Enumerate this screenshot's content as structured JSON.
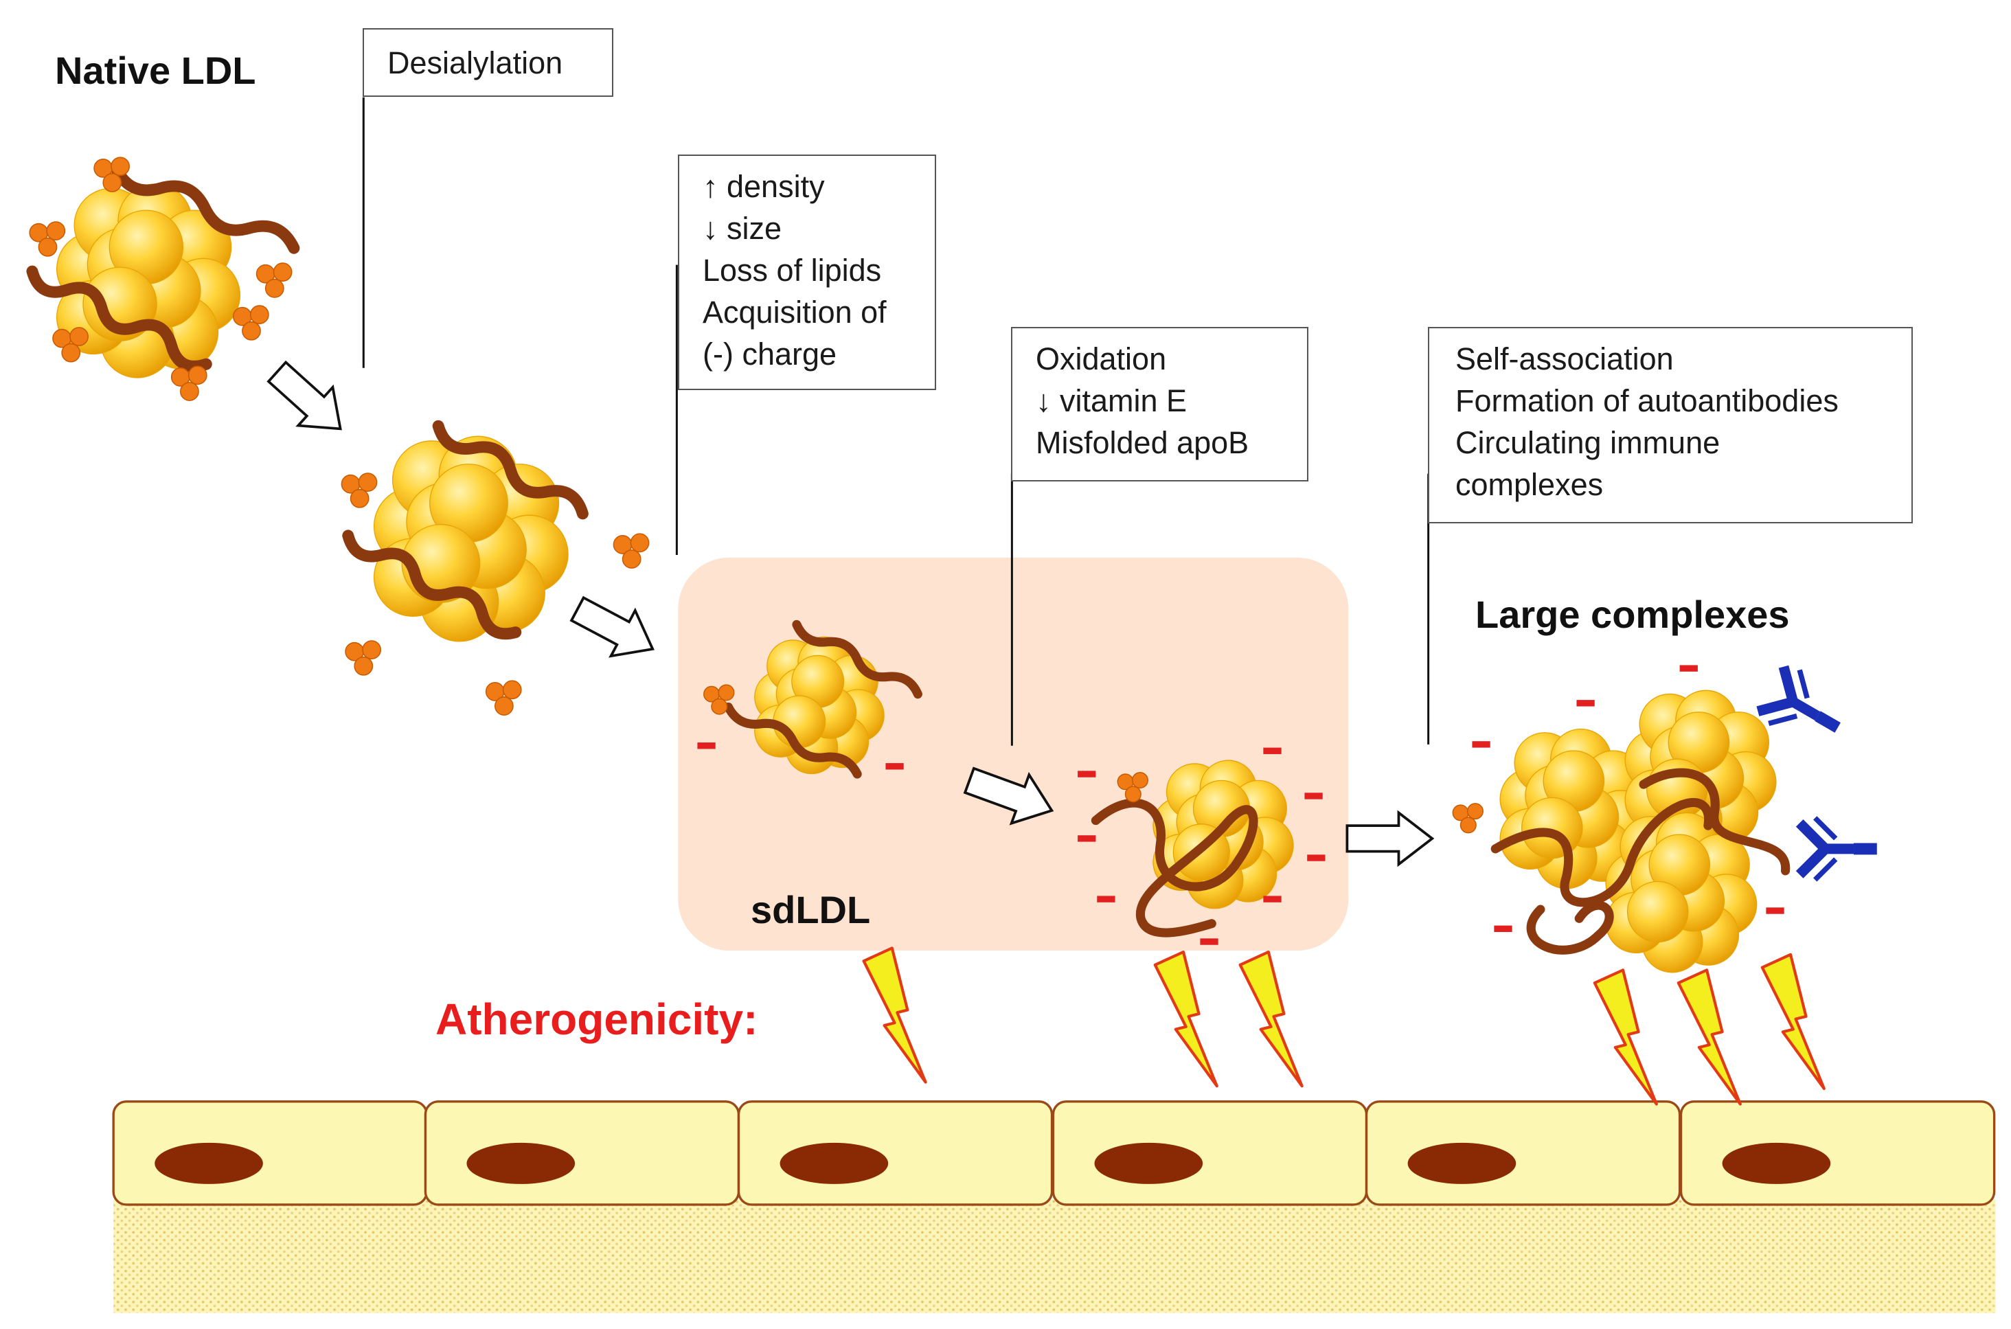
{
  "title": "Native LDL",
  "step_desialylation": "Desialylation",
  "step_sdldl_properties": [
    "↑ density",
    "↓ size",
    "Loss of lipids",
    "Acquisition of",
    "(-) charge"
  ],
  "step_oxidation": [
    "Oxidation",
    "↓ vitamin E",
    "Misfolded apoB"
  ],
  "step_association": [
    "Self-association",
    "Formation of autoantibodies",
    "Circulating immune",
    "complexes"
  ],
  "sdldl_label": "sdLDL",
  "large_complexes_label": "Large complexes",
  "atherogenicity_label": "Atherogenicity:",
  "colors": {
    "lipoprotein_core": "#f7c21c",
    "apob_chain": "#8b3a0f",
    "sialic_acid": "#f07a14",
    "negative_charge": "#e32020",
    "antibody": "#1a2fb5",
    "highlight_region": "#fde3d0",
    "endothelium": "#fdf7b4",
    "nucleus": "#8a2a05",
    "lightning": "#f4ee1e",
    "atherogenicity_text": "#e81e1e"
  },
  "icons": [
    "arrow-icon",
    "lightning-icon",
    "antibody-icon",
    "ldl-particle-icon",
    "sialic-acid-icon",
    "endothelial-cell-icon"
  ]
}
